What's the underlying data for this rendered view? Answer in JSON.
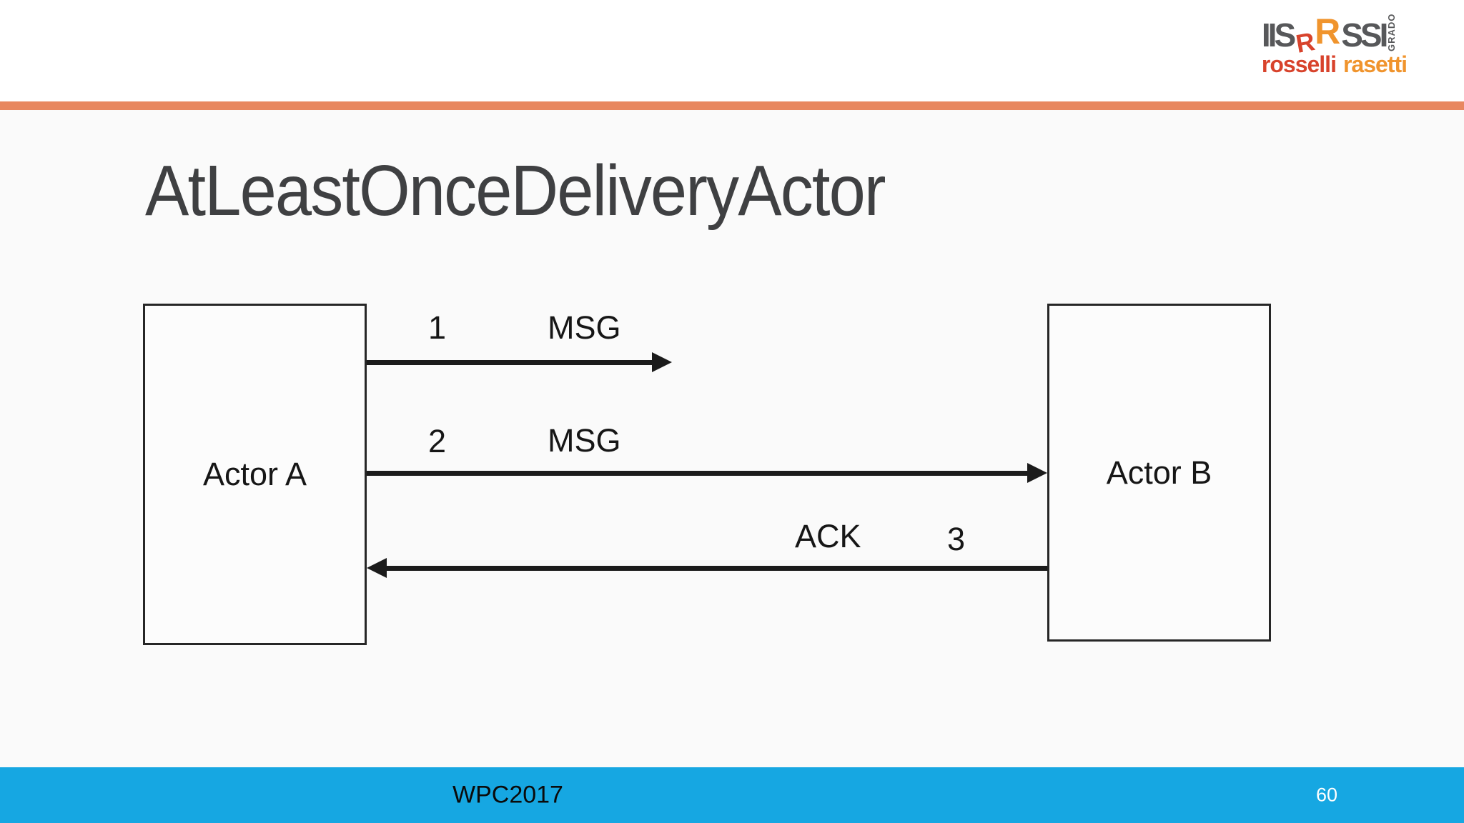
{
  "slide": {
    "title": "AtLeastOnceDeliveryActor",
    "logo": {
      "iis": "IIS",
      "r1": "R",
      "r2": "R",
      "ssi": "SSI",
      "grado": "GRADO",
      "name_first": "rosselli",
      "name_second": "rasetti"
    },
    "diagram": {
      "actors": {
        "a": "Actor A",
        "b": "Actor B"
      },
      "messages": [
        {
          "seq": "1",
          "label": "MSG",
          "direction": "right",
          "delivered": false
        },
        {
          "seq": "2",
          "label": "MSG",
          "direction": "right",
          "delivered": true
        },
        {
          "seq": "3",
          "label": "ACK",
          "direction": "left",
          "delivered": true
        }
      ]
    },
    "footer": {
      "event": "WPC2017",
      "page": "60"
    }
  },
  "colors": {
    "accent-orange": "#E8875F",
    "footer-blue": "#16A7E2",
    "logo-red": "#D8432C",
    "logo-orange": "#F0942D",
    "logo-gray": "#57585A",
    "title-gray": "#3F4042",
    "ink": "#1B1B1B"
  }
}
